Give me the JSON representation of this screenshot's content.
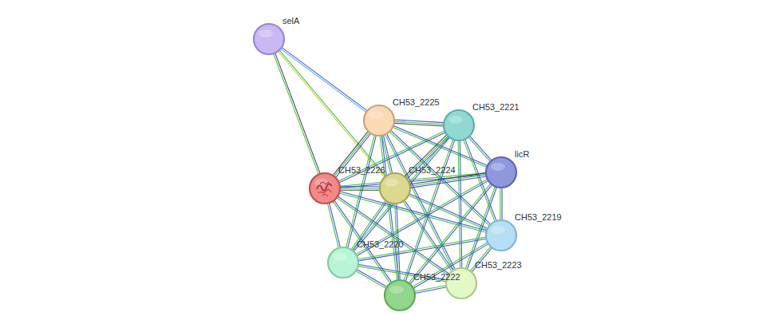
{
  "diagram": {
    "nodes": [
      {
        "text": [
          "selA"
        ]
      },
      {
        "text": [
          "CH53_2225"
        ]
      },
      {
        "text": [
          "CH53_2221"
        ]
      },
      {
        "text": [
          "licR"
        ]
      },
      {
        "text": [
          "CH53_2226"
        ]
      },
      {
        "text": [
          "CH53_2224"
        ]
      },
      {
        "text": [
          "CH53_2219"
        ]
      },
      {
        "text": [
          "CH53_2220"
        ]
      },
      {
        "text": [
          "CH53_2223"
        ]
      },
      {
        "text": [
          "CH53_2222"
        ]
      }
    ],
    "edges": [
      {
        "from": 0,
        "to": 1,
        "arrow": "none"
      },
      {
        "from": 0,
        "to": 4,
        "arrow": "none"
      },
      {
        "from": 0,
        "to": 5,
        "arrow": "none"
      },
      {
        "from": 1,
        "to": 2,
        "arrow": "none"
      },
      {
        "from": 1,
        "to": 3,
        "arrow": "none"
      },
      {
        "from": 1,
        "to": 4,
        "arrow": "none"
      },
      {
        "from": 1,
        "to": 5,
        "arrow": "none"
      },
      {
        "from": 1,
        "to": 6,
        "arrow": "none"
      },
      {
        "from": 1,
        "to": 7,
        "arrow": "none"
      },
      {
        "from": 1,
        "to": 8,
        "arrow": "none"
      },
      {
        "from": 1,
        "to": 9,
        "arrow": "none"
      },
      {
        "from": 2,
        "to": 3,
        "arrow": "none"
      },
      {
        "from": 2,
        "to": 4,
        "arrow": "none"
      },
      {
        "from": 2,
        "to": 5,
        "arrow": "none"
      },
      {
        "from": 2,
        "to": 6,
        "arrow": "none"
      },
      {
        "from": 2,
        "to": 7,
        "arrow": "none"
      },
      {
        "from": 2,
        "to": 8,
        "arrow": "none"
      },
      {
        "from": 2,
        "to": 9,
        "arrow": "none"
      },
      {
        "from": 3,
        "to": 4,
        "arrow": "none"
      },
      {
        "from": 3,
        "to": 5,
        "arrow": "none"
      },
      {
        "from": 3,
        "to": 6,
        "arrow": "none"
      },
      {
        "from": 3,
        "to": 7,
        "arrow": "none"
      },
      {
        "from": 3,
        "to": 8,
        "arrow": "none"
      },
      {
        "from": 3,
        "to": 9,
        "arrow": "none"
      },
      {
        "from": 4,
        "to": 5,
        "arrow": "none"
      },
      {
        "from": 4,
        "to": 6,
        "arrow": "none"
      },
      {
        "from": 4,
        "to": 7,
        "arrow": "none"
      },
      {
        "from": 4,
        "to": 8,
        "arrow": "none"
      },
      {
        "from": 4,
        "to": 9,
        "arrow": "none"
      },
      {
        "from": 5,
        "to": 6,
        "arrow": "none"
      },
      {
        "from": 5,
        "to": 7,
        "arrow": "none"
      },
      {
        "from": 5,
        "to": 8,
        "arrow": "none"
      },
      {
        "from": 5,
        "to": 9,
        "arrow": "none"
      },
      {
        "from": 6,
        "to": 7,
        "arrow": "none"
      },
      {
        "from": 6,
        "to": 8,
        "arrow": "none"
      },
      {
        "from": 6,
        "to": 9,
        "arrow": "none"
      },
      {
        "from": 7,
        "to": 8,
        "arrow": "none"
      },
      {
        "from": 7,
        "to": 9,
        "arrow": "none"
      },
      {
        "from": 8,
        "to": 9,
        "arrow": "none"
      }
    ]
  }
}
